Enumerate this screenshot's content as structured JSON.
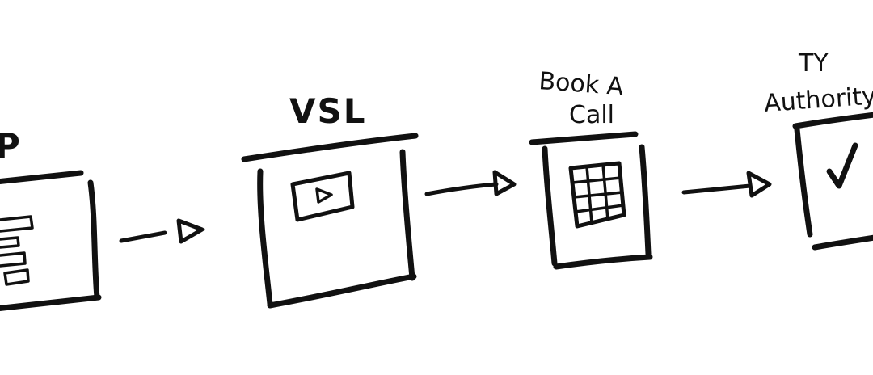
{
  "diagram": {
    "steps": [
      {
        "label": "P"
      },
      {
        "label": "VSL"
      },
      {
        "label_line1": "Book A",
        "label_line2": "Call"
      },
      {
        "label_line1": "TY",
        "label_line2": "Authority P"
      }
    ],
    "colors": {
      "ink": "#111111",
      "background": "#ffffff"
    }
  }
}
